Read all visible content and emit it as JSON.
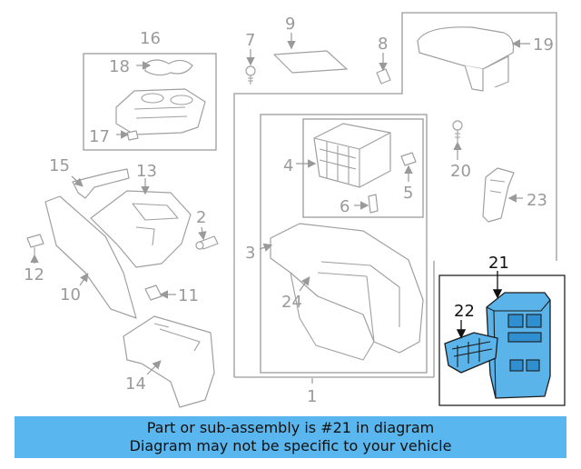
{
  "diagram": {
    "callouts": [
      "1",
      "2",
      "3",
      "4",
      "5",
      "6",
      "7",
      "8",
      "9",
      "10",
      "11",
      "12",
      "13",
      "14",
      "15",
      "16",
      "17",
      "18",
      "19",
      "20",
      "21",
      "22",
      "23",
      "24"
    ],
    "highlighted_part": "21",
    "highlight_color": "#5ab6ee"
  },
  "banner": {
    "line1": "Part or sub-assembly is #21 in diagram",
    "line2": "Diagram may not be specific to your vehicle"
  }
}
